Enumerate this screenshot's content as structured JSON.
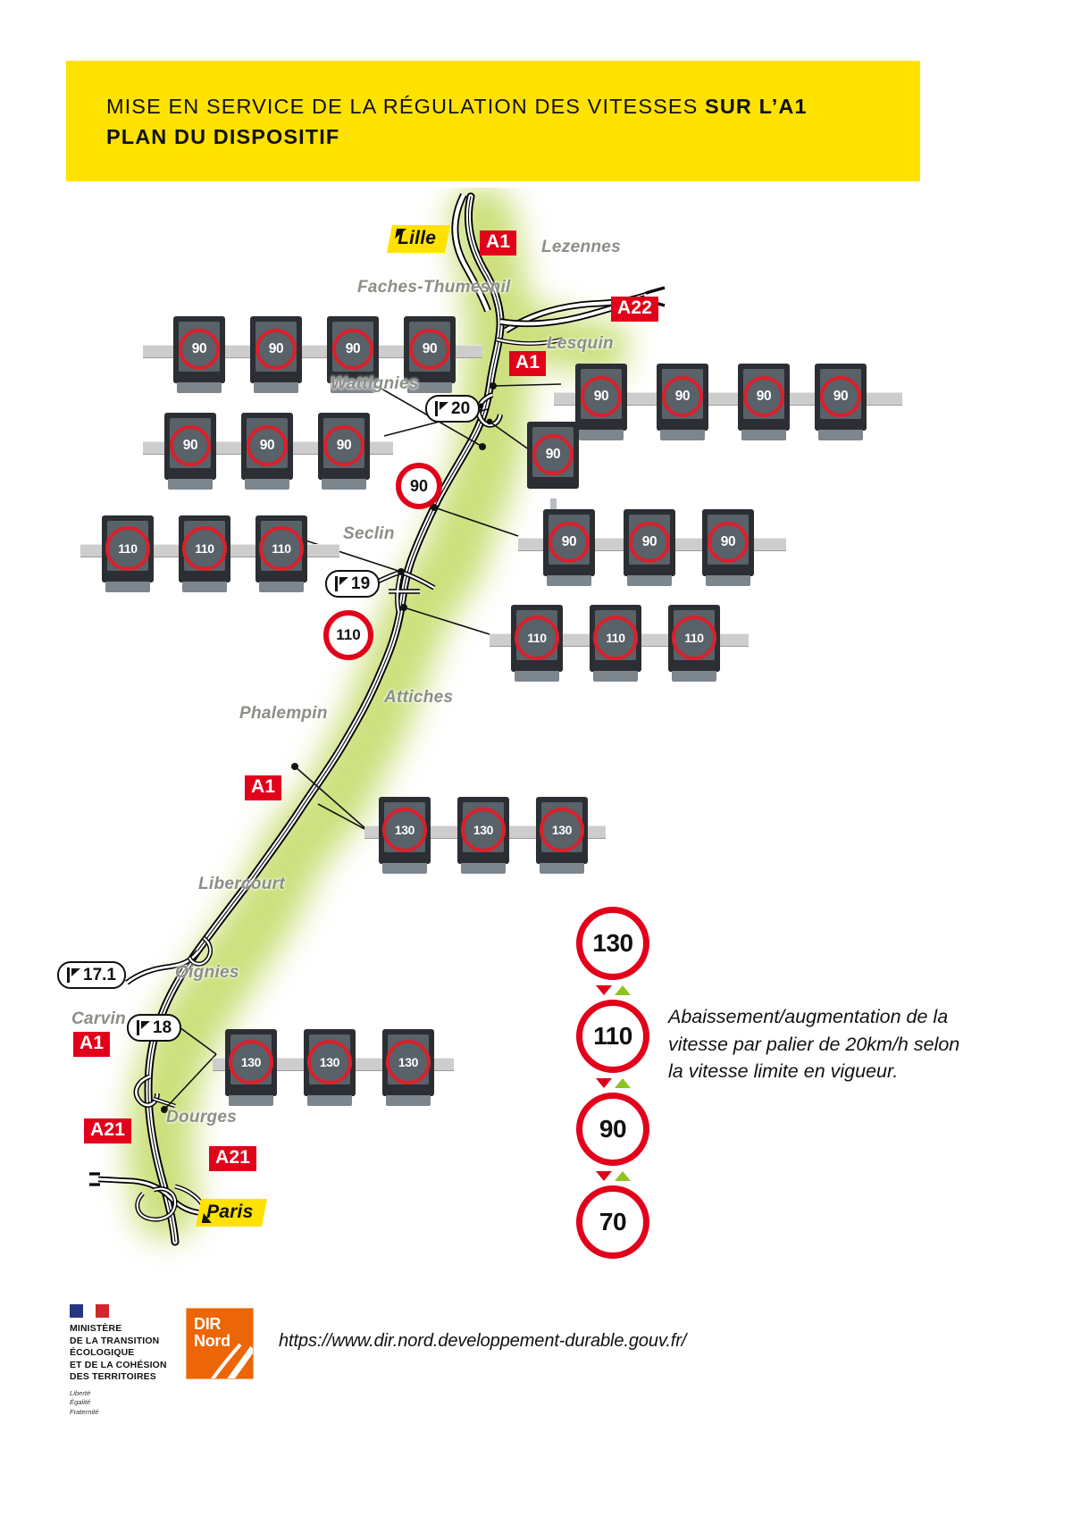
{
  "banner": {
    "line1_normal": "MISE EN SERVICE DE LA RÉGULATION DES VITESSES ",
    "line1_bold": "SUR L’A1",
    "line2": "PLAN DU DISPOSITIF"
  },
  "map": {
    "city_tags": [
      {
        "id": "lille",
        "label": "Lille"
      },
      {
        "id": "paris",
        "label": "Paris"
      }
    ],
    "road_shields": [
      {
        "id": "a1-lille",
        "label": "A1"
      },
      {
        "id": "a22",
        "label": "A22"
      },
      {
        "id": "a1-lesquin",
        "label": "A1"
      },
      {
        "id": "a1-phalempin",
        "label": "A1"
      },
      {
        "id": "a1-oignies",
        "label": "A1"
      },
      {
        "id": "a21-west",
        "label": "A21"
      },
      {
        "id": "a21-east",
        "label": "A21"
      }
    ],
    "places": [
      {
        "id": "lezennes",
        "label": "Lezennes"
      },
      {
        "id": "faches-thumesnil",
        "label": "Faches-Thumesnil"
      },
      {
        "id": "lesquin",
        "label": "Lesquin"
      },
      {
        "id": "wattignies",
        "label": "Wattignies"
      },
      {
        "id": "seclin",
        "label": "Seclin"
      },
      {
        "id": "attiches",
        "label": "Attiches"
      },
      {
        "id": "phalempin",
        "label": "Phalempin"
      },
      {
        "id": "carvin",
        "label": "Carvin"
      },
      {
        "id": "libercourt",
        "label": "Libercourt"
      },
      {
        "id": "oignies",
        "label": "Oignies"
      },
      {
        "id": "dourges",
        "label": "Dourges"
      }
    ],
    "exits": [
      {
        "id": "exit-20",
        "number": "20"
      },
      {
        "id": "exit-19",
        "number": "19"
      },
      {
        "id": "exit-18",
        "number": "18"
      },
      {
        "id": "exit-17-1",
        "number": "17.1"
      }
    ],
    "gantries": [
      {
        "id": "gantry-faches-thumesnil",
        "speeds": [
          "90",
          "90",
          "90",
          "90"
        ]
      },
      {
        "id": "gantry-lesquin",
        "speeds": [
          "90",
          "90",
          "90",
          "90"
        ]
      },
      {
        "id": "gantry-wattignies",
        "speeds": [
          "90",
          "90",
          "90"
        ]
      },
      {
        "id": "gantry-lesquin-south",
        "speeds": [
          "90",
          "90",
          "90"
        ]
      },
      {
        "id": "gantry-seclin",
        "speeds": [
          "110",
          "110",
          "110"
        ]
      },
      {
        "id": "gantry-attiches",
        "speeds": [
          "110",
          "110",
          "110"
        ]
      },
      {
        "id": "gantry-phalempin",
        "speeds": [
          "130",
          "130",
          "130"
        ]
      },
      {
        "id": "gantry-dourges",
        "speeds": [
          "130",
          "130",
          "130"
        ]
      }
    ],
    "post_sign": {
      "id": "post-sign-lesquin",
      "speed": "90"
    },
    "roadside_roundels": [
      {
        "id": "roundel-a1-90",
        "speed": "90"
      },
      {
        "id": "roundel-a1-110",
        "speed": "110"
      }
    ]
  },
  "legend": {
    "steps": [
      "130",
      "110",
      "90",
      "70"
    ],
    "description": "Abaissement/augmentation de la vitesse par palier de 20km/h selon la vitesse limite en vigueur."
  },
  "footer": {
    "ministry": [
      "MINISTÈRE",
      "DE LA TRANSITION",
      "ÉCOLOGIQUE",
      "ET DE LA COHÉSION",
      "DES TERRITOIRES"
    ],
    "devise": [
      "Liberté",
      "Égalité",
      "Fraternité"
    ],
    "dir_nord": {
      "line1": "DIR",
      "line2": "Nord"
    },
    "url": "https://www.dir.nord.developpement-durable.gouv.fr/"
  },
  "colors": {
    "banner_yellow": "#ffe200",
    "sign_red": "#e2001a",
    "gantry_red": "#d8212c",
    "corridor_green": "#c5dc6a",
    "place_gray": "#8b8f86",
    "dir_orange": "#ec6608"
  }
}
